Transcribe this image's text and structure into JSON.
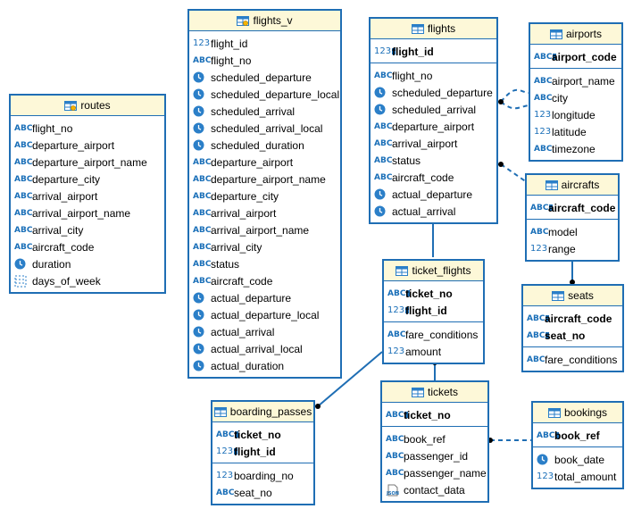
{
  "tables": {
    "routes": {
      "title": "routes",
      "cols": [
        "flight_no",
        "departure_airport",
        "departure_airport_name",
        "departure_city",
        "arrival_airport",
        "arrival_airport_name",
        "arrival_city",
        "aircraft_code",
        "duration",
        "days_of_week"
      ]
    },
    "flights_v": {
      "title": "flights_v",
      "cols": [
        "flight_id",
        "flight_no",
        "scheduled_departure",
        "scheduled_departure_local",
        "scheduled_arrival",
        "scheduled_arrival_local",
        "scheduled_duration",
        "departure_airport",
        "departure_airport_name",
        "departure_city",
        "arrival_airport",
        "arrival_airport_name",
        "arrival_city",
        "status",
        "aircraft_code",
        "actual_departure",
        "actual_departure_local",
        "actual_arrival",
        "actual_arrival_local",
        "actual_duration"
      ]
    },
    "flights": {
      "title": "flights",
      "keys": [
        "flight_id"
      ],
      "cols": [
        "flight_no",
        "scheduled_departure",
        "scheduled_arrival",
        "departure_airport",
        "arrival_airport",
        "status",
        "aircraft_code",
        "actual_departure",
        "actual_arrival"
      ]
    },
    "airports": {
      "title": "airports",
      "keys": [
        "airport_code"
      ],
      "cols": [
        "airport_name",
        "city",
        "longitude",
        "latitude",
        "timezone"
      ]
    },
    "aircrafts": {
      "title": "aircrafts",
      "keys": [
        "aircraft_code"
      ],
      "cols": [
        "model",
        "range"
      ]
    },
    "ticket_flights": {
      "title": "ticket_flights",
      "keys": [
        "ticket_no",
        "flight_id"
      ],
      "cols": [
        "fare_conditions",
        "amount"
      ]
    },
    "seats": {
      "title": "seats",
      "keys": [
        "aircraft_code",
        "seat_no"
      ],
      "cols": [
        "fare_conditions"
      ]
    },
    "boarding_passes": {
      "title": "boarding_passes",
      "keys": [
        "ticket_no",
        "flight_id"
      ],
      "cols": [
        "boarding_no",
        "seat_no"
      ]
    },
    "tickets": {
      "title": "tickets",
      "keys": [
        "ticket_no"
      ],
      "cols": [
        "book_ref",
        "passenger_id",
        "passenger_name",
        "contact_data"
      ]
    },
    "bookings": {
      "title": "bookings",
      "keys": [
        "book_ref"
      ],
      "cols": [
        "book_date",
        "total_amount"
      ]
    }
  },
  "type_labels": {
    "text": "ABC",
    "number": "123"
  },
  "colors": {
    "border": "#1f6eb4",
    "header_bg": "#fdf8d8",
    "icon": "#1a6fb8",
    "line": "#1f6eb4"
  }
}
